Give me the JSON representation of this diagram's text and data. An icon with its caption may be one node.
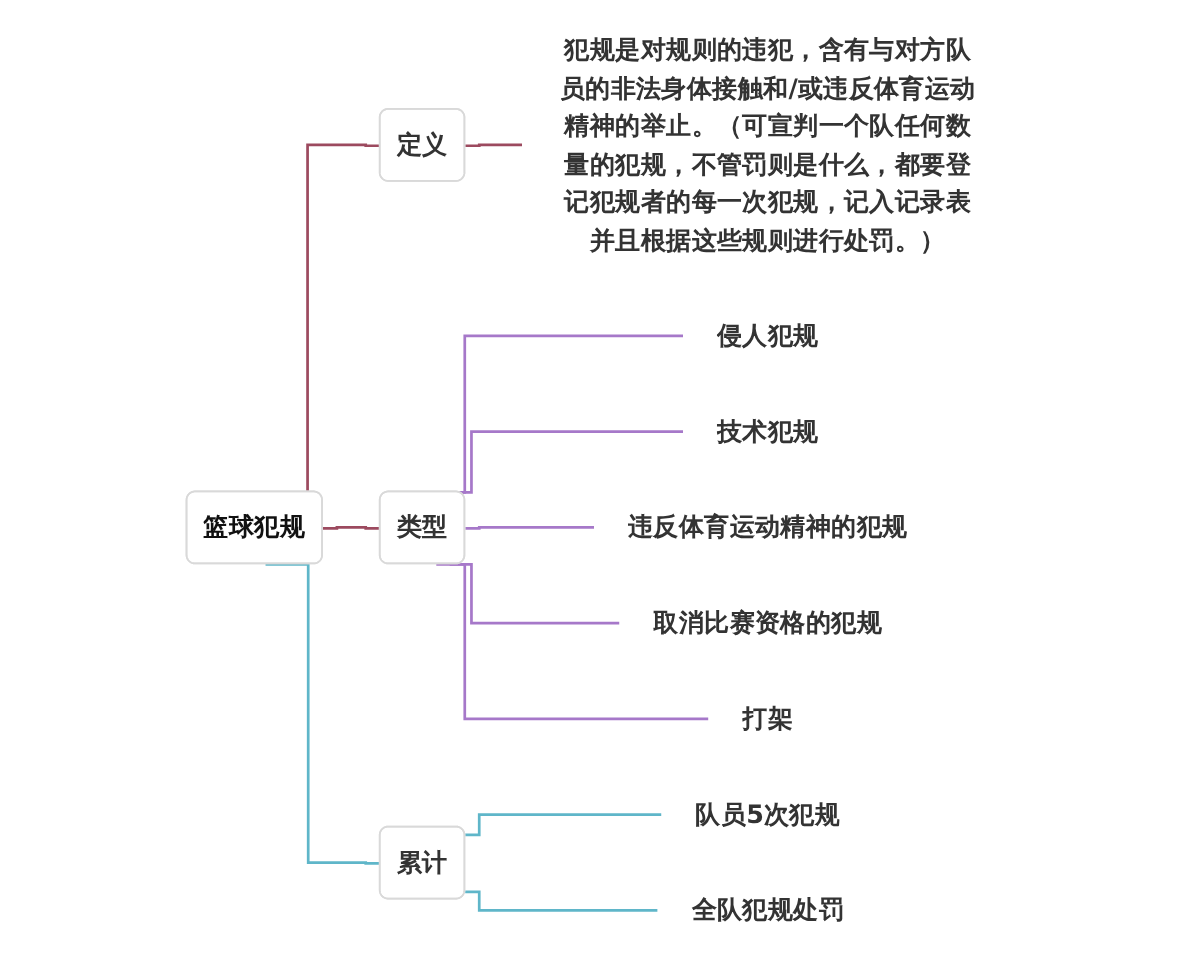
{
  "diagram": {
    "nodes": [
      {
        "text": [
          "篮球犯规"
        ]
      },
      {
        "text": [
          "定义"
        ]
      },
      {
        "text": [
          "犯规是对规则的违犯，含有与对方队员的非法身体接触和/或违反体育运动精神的举止。（可宣判一个队任何数量的犯规，不管罚则是什么，都要登记犯规者的每一次犯规，记入记录表并且根据这些规则进行处罚。）"
        ]
      },
      {
        "text": [
          "类型"
        ]
      },
      {
        "text": [
          "侵人犯规"
        ]
      },
      {
        "text": [
          "技术犯规"
        ]
      },
      {
        "text": [
          "违反体育运动精神的犯规"
        ]
      },
      {
        "text": [
          "取消比赛资格的犯规"
        ]
      },
      {
        "text": [
          "打架"
        ]
      },
      {
        "text": [
          "累计"
        ]
      },
      {
        "text": [
          "队员5次犯规"
        ]
      },
      {
        "text": [
          "全队犯规处罚"
        ]
      }
    ],
    "edges": [
      {
        "from": 0,
        "to": 1,
        "arrow": "none",
        "color": "#9c4a5f"
      },
      {
        "from": 1,
        "to": 2,
        "arrow": "none",
        "color": "#9c4a5f"
      },
      {
        "from": 0,
        "to": 3,
        "arrow": "none",
        "color": "#9c4a5f"
      },
      {
        "from": 3,
        "to": 4,
        "arrow": "none"
      },
      {
        "from": 3,
        "to": 5,
        "arrow": "none"
      },
      {
        "from": 3,
        "to": 6,
        "arrow": "none"
      },
      {
        "from": 3,
        "to": 7,
        "arrow": "none"
      },
      {
        "from": 3,
        "to": 8,
        "arrow": "none"
      },
      {
        "from": 0,
        "to": 9,
        "arrow": "none",
        "color": "#5fb6c9"
      },
      {
        "from": 9,
        "to": 10,
        "arrow": "none",
        "color": "#5fb6c9"
      },
      {
        "from": 9,
        "to": 11,
        "arrow": "none",
        "color": "#5fb6c9"
      }
    ]
  }
}
